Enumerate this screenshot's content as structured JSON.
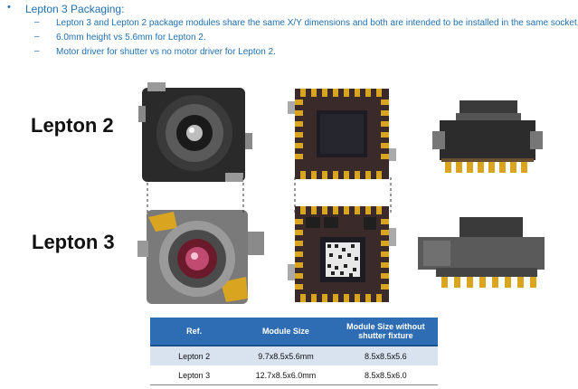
{
  "heading": {
    "bullet": "•",
    "text": "Lepton 3 Packaging:"
  },
  "subpoints": [
    {
      "dash": "–",
      "text": "Lepton 3 and Lepton 2 package modules share the same X/Y dimensions and both are intended to be installed in the same socket."
    },
    {
      "dash": "–",
      "text": "6.0mm height vs 5.6mm for Lepton 2."
    },
    {
      "dash": "–",
      "text": "Motor driver for shutter vs no motor driver for Lepton 2."
    }
  ],
  "labels": {
    "lepton2": "Lepton 2",
    "lepton3": "Lepton 3"
  },
  "table": {
    "headers": [
      "Ref.",
      "Module Size",
      "Module Size without shutter fixture"
    ],
    "rows": [
      [
        "Lepton 2",
        "9.7x8.5x5.6mm",
        "8.5x8.5x5.6"
      ],
      [
        "Lepton 3",
        "12.7x8.5x6.0mm",
        "8.5x8.5x6.0"
      ]
    ]
  },
  "colors": {
    "heading_text": "#1f6fb0",
    "table_header": "#2e6db3",
    "table_row_alt": "#d9e2ef",
    "pcb_gold": "#d9a520"
  }
}
